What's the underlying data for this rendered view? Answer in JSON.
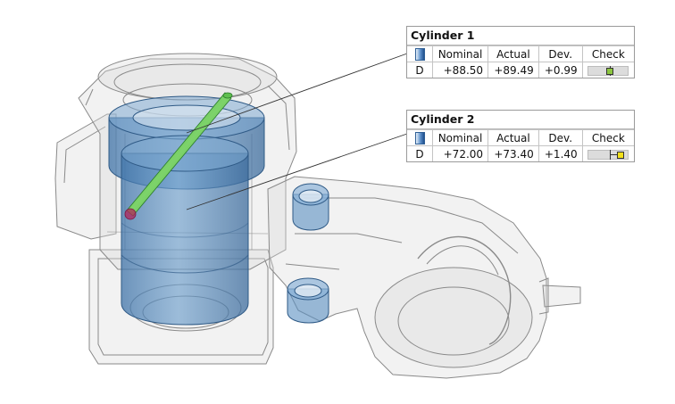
{
  "callouts": [
    {
      "title": "Cylinder 1",
      "headers": [
        "Nominal",
        "Actual",
        "Dev.",
        "Check"
      ],
      "row": {
        "label": "D",
        "nominal": "+88.50",
        "actual": "+89.49",
        "dev": "+0.99"
      },
      "check_color": "#8cc63f",
      "check_fraction": 0.55
    },
    {
      "title": "Cylinder 2",
      "headers": [
        "Nominal",
        "Actual",
        "Dev.",
        "Check"
      ],
      "row": {
        "label": "D",
        "nominal": "+72.00",
        "actual": "+73.40",
        "dev": "+1.40"
      },
      "check_color": "#f2e01a",
      "check_fraction": 0.82
    }
  ],
  "colors": {
    "part_outline": "#8a8a8a",
    "part_fill": "#d9d9d9",
    "cylinder_fill": "#4f86bb",
    "probe_green": "#3fae3f",
    "probe_tip": "#b2245a"
  },
  "icons": [
    "cylinder-feature-icon",
    "check-gauge-icon"
  ]
}
